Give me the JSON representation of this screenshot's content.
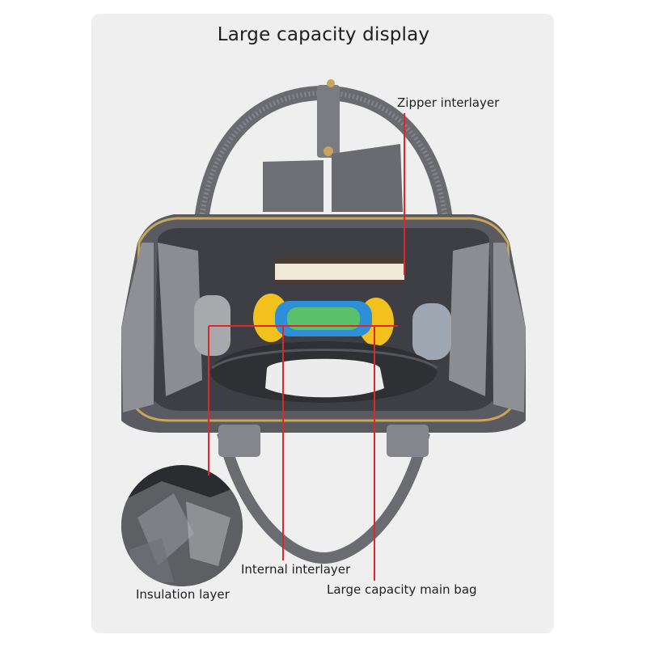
{
  "title": "Large capacity display",
  "labels": {
    "zipper_interlayer": "Zipper interlayer",
    "internal_interlayer": "Internal interlayer",
    "insulation_layer": "Insulation layer",
    "large_capacity_main_bag": "Large capacity main bag"
  },
  "colors": {
    "panel": "#efefef",
    "callout_line": "#e0262b",
    "bag_fabric": "#5c5d63",
    "zipper": "#c9a55a"
  }
}
